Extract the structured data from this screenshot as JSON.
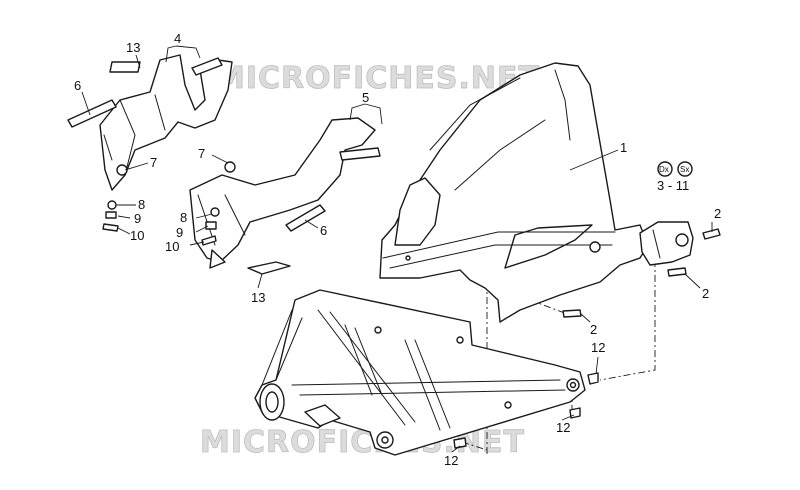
{
  "watermark": {
    "text": "MICROFICHES.NET"
  },
  "side_badges": {
    "right": "Dx",
    "left": "Sx"
  },
  "callouts": {
    "c1": "1",
    "c2a": "2",
    "c2b": "2",
    "c2c": "2",
    "c3_11": "3 - 11",
    "c4": "4",
    "c5": "5",
    "c6a": "6",
    "c6b": "6",
    "c7a": "7",
    "c7b": "7",
    "c8a": "8",
    "c8b": "8",
    "c9a": "9",
    "c9b": "9",
    "c10a": "10",
    "c10b": "10",
    "c12a": "12",
    "c12b": "12",
    "c12c": "12",
    "c13a": "13",
    "c13b": "13"
  },
  "colors": {
    "line": "#1a1a1a",
    "watermark": "#d6d6d6",
    "background": "#ffffff"
  }
}
